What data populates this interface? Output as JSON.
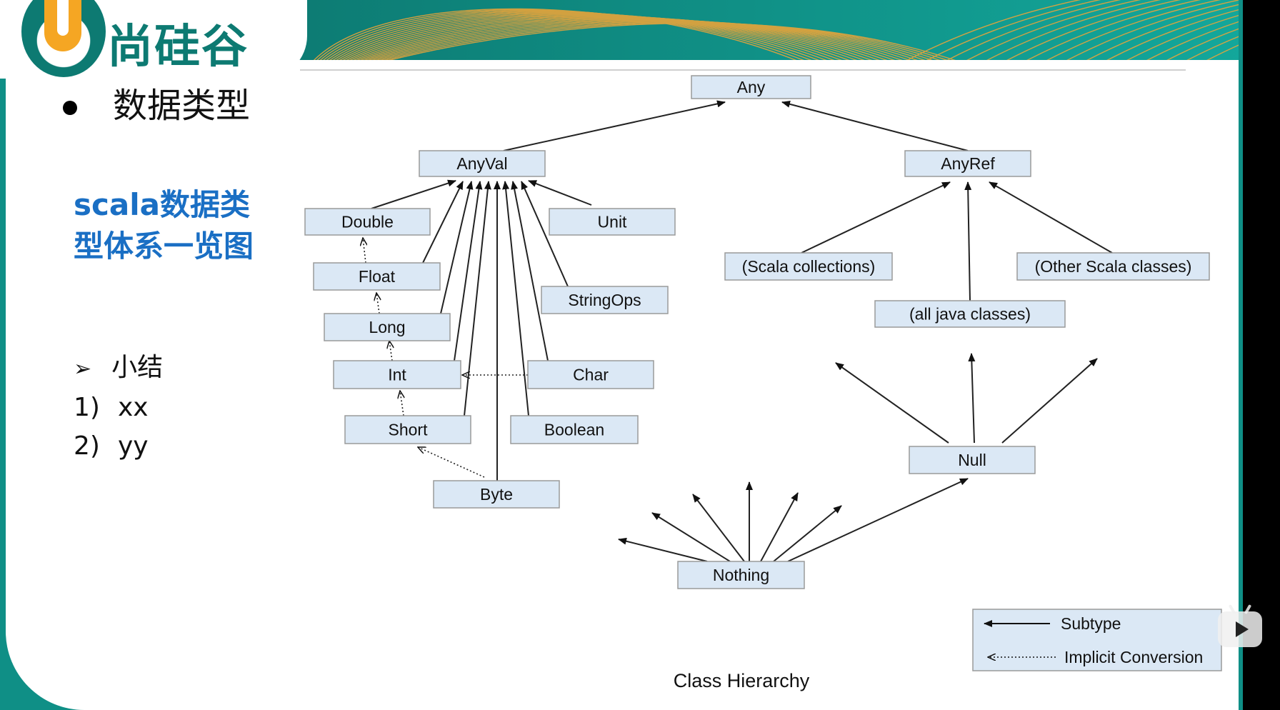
{
  "brand": {
    "logo_text": "尚硅谷",
    "colors": {
      "teal": "#0d7a72",
      "orange": "#f5a623",
      "title_blue": "#1a6fc4",
      "box_fill": "#dbe8f5"
    }
  },
  "slide": {
    "heading": "数据类型",
    "subtitle": "scala数据类型体系一览图",
    "summary": {
      "label": "小结",
      "items": [
        {
          "num": "1)",
          "text": "xx"
        },
        {
          "num": "2)",
          "text": "yy"
        }
      ]
    }
  },
  "diagram": {
    "caption": "Class Hierarchy",
    "nodes": [
      {
        "id": "any",
        "label": "Any"
      },
      {
        "id": "anyval",
        "label": "AnyVal"
      },
      {
        "id": "anyref",
        "label": "AnyRef"
      },
      {
        "id": "double",
        "label": "Double"
      },
      {
        "id": "unit",
        "label": "Unit"
      },
      {
        "id": "float",
        "label": "Float"
      },
      {
        "id": "stringops",
        "label": "StringOps"
      },
      {
        "id": "long",
        "label": "Long"
      },
      {
        "id": "int",
        "label": "Int"
      },
      {
        "id": "char",
        "label": "Char"
      },
      {
        "id": "short",
        "label": "Short"
      },
      {
        "id": "boolean",
        "label": "Boolean"
      },
      {
        "id": "byte",
        "label": "Byte"
      },
      {
        "id": "scala_collections",
        "label": "(Scala collections)"
      },
      {
        "id": "other_scala",
        "label": "(Other Scala classes)"
      },
      {
        "id": "java_classes",
        "label": "(all java classes)"
      },
      {
        "id": "null",
        "label": "Null"
      },
      {
        "id": "nothing",
        "label": "Nothing"
      }
    ],
    "subtype_edges": [
      [
        "anyval",
        "any"
      ],
      [
        "anyref",
        "any"
      ],
      [
        "double",
        "anyval"
      ],
      [
        "float",
        "anyval"
      ],
      [
        "long",
        "anyval"
      ],
      [
        "int",
        "anyval"
      ],
      [
        "short",
        "anyval"
      ],
      [
        "byte",
        "anyval"
      ],
      [
        "boolean",
        "anyval"
      ],
      [
        "char",
        "anyval"
      ],
      [
        "stringops",
        "anyval"
      ],
      [
        "unit",
        "anyval"
      ],
      [
        "scala_collections",
        "anyref"
      ],
      [
        "java_classes",
        "anyref"
      ],
      [
        "other_scala",
        "anyref"
      ],
      [
        "nothing",
        "null"
      ]
    ],
    "implicit_conversion_edges": [
      [
        "float",
        "double"
      ],
      [
        "long",
        "float"
      ],
      [
        "int",
        "long"
      ],
      [
        "short",
        "int"
      ],
      [
        "char",
        "int"
      ],
      [
        "byte",
        "short"
      ]
    ],
    "legend": {
      "subtype": "Subtype",
      "implicit": "Implicit Conversion"
    }
  }
}
